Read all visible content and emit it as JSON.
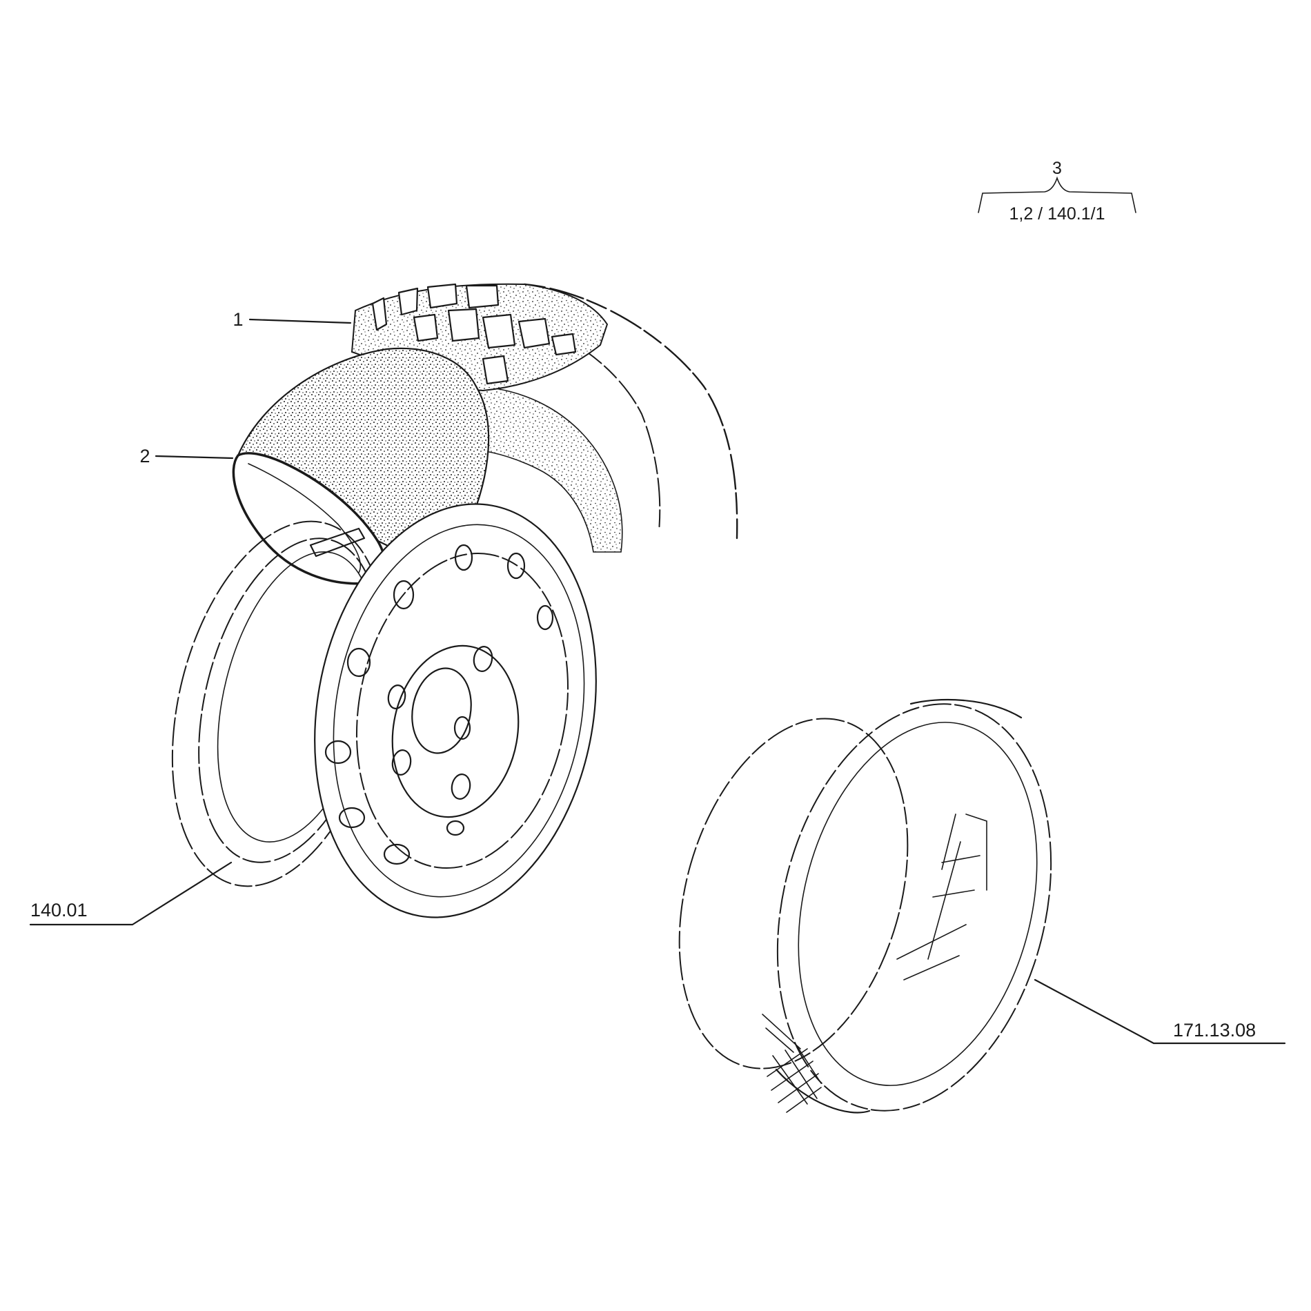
{
  "diagram": {
    "reference": {
      "top": "3",
      "bottom": "1,2 / 140.1/1"
    },
    "callouts": [
      {
        "id": "tyre",
        "label": "1"
      },
      {
        "id": "tube",
        "label": "2"
      },
      {
        "id": "rim",
        "label": "140.01"
      },
      {
        "id": "spare-wheel-cover",
        "label": "171.13.08"
      }
    ],
    "colors": {
      "ink": "#1a1a1a",
      "paper": "#ffffff"
    }
  }
}
